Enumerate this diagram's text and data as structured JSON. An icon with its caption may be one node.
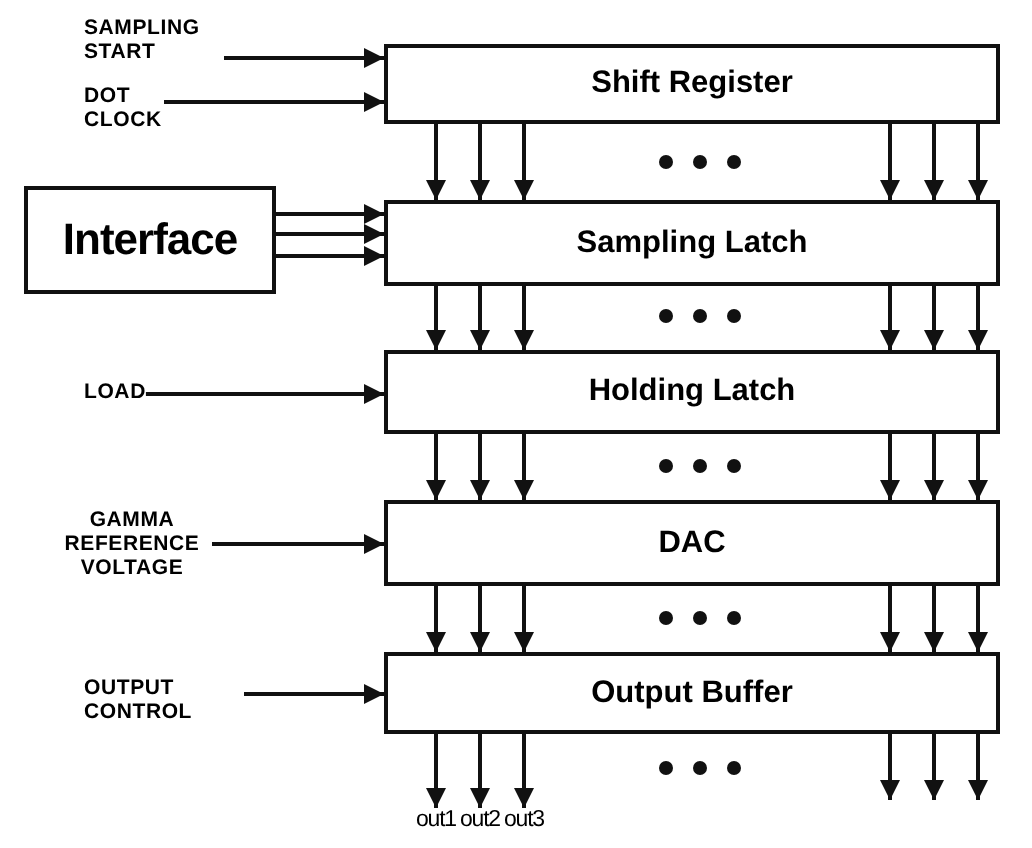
{
  "diagram": {
    "nodes": [
      {
        "text": [
          "SAMPLING START"
        ]
      },
      {
        "text": [
          "DOT CLOCK"
        ]
      },
      {
        "text": [
          "Shift Register"
        ]
      },
      {
        "text": [
          "Interface"
        ]
      },
      {
        "text": [
          "Sampling Latch"
        ]
      },
      {
        "text": [
          "LOAD"
        ]
      },
      {
        "text": [
          "Holding Latch"
        ]
      },
      {
        "text": [
          "GAMMA REFERENCE VOLTAGE"
        ]
      },
      {
        "text": [
          "DAC"
        ]
      },
      {
        "text": [
          "OUTPUT CONTROL"
        ]
      },
      {
        "text": [
          "Output Buffer"
        ]
      },
      {
        "text": [
          "out1"
        ]
      },
      {
        "text": [
          "out2"
        ]
      },
      {
        "text": [
          "out3"
        ]
      }
    ],
    "edges": [
      {
        "from": 0,
        "to": 2,
        "arrow": "to"
      },
      {
        "from": 1,
        "to": 2,
        "arrow": "to"
      },
      {
        "from": 3,
        "to": 4,
        "arrow": "to"
      },
      {
        "from": 3,
        "to": 4,
        "arrow": "to"
      },
      {
        "from": 3,
        "to": 4,
        "arrow": "to"
      },
      {
        "from": 2,
        "to": 4,
        "arrow": "to"
      },
      {
        "from": 2,
        "to": 4,
        "arrow": "to"
      },
      {
        "from": 2,
        "to": 4,
        "arrow": "to"
      },
      {
        "from": 2,
        "to": 4,
        "arrow": "to"
      },
      {
        "from": 2,
        "to": 4,
        "arrow": "to"
      },
      {
        "from": 2,
        "to": 4,
        "arrow": "to"
      },
      {
        "from": 5,
        "to": 6,
        "arrow": "to"
      },
      {
        "from": 4,
        "to": 6,
        "arrow": "to"
      },
      {
        "from": 4,
        "to": 6,
        "arrow": "to"
      },
      {
        "from": 4,
        "to": 6,
        "arrow": "to"
      },
      {
        "from": 4,
        "to": 6,
        "arrow": "to"
      },
      {
        "from": 4,
        "to": 6,
        "arrow": "to"
      },
      {
        "from": 4,
        "to": 6,
        "arrow": "to"
      },
      {
        "from": 7,
        "to": 8,
        "arrow": "to"
      },
      {
        "from": 6,
        "to": 8,
        "arrow": "to"
      },
      {
        "from": 6,
        "to": 8,
        "arrow": "to"
      },
      {
        "from": 6,
        "to": 8,
        "arrow": "to"
      },
      {
        "from": 6,
        "to": 8,
        "arrow": "to"
      },
      {
        "from": 6,
        "to": 8,
        "arrow": "to"
      },
      {
        "from": 6,
        "to": 8,
        "arrow": "to"
      },
      {
        "from": 9,
        "to": 10,
        "arrow": "to"
      },
      {
        "from": 8,
        "to": 10,
        "arrow": "to"
      },
      {
        "from": 8,
        "to": 10,
        "arrow": "to"
      },
      {
        "from": 8,
        "to": 10,
        "arrow": "to"
      },
      {
        "from": 8,
        "to": 10,
        "arrow": "to"
      },
      {
        "from": 8,
        "to": 10,
        "arrow": "to"
      },
      {
        "from": 8,
        "to": 10,
        "arrow": "to"
      },
      {
        "from": 10,
        "to": 11,
        "arrow": "to"
      },
      {
        "from": 10,
        "to": 12,
        "arrow": "to"
      },
      {
        "from": 10,
        "to": 13,
        "arrow": "to"
      },
      {
        "from": 10,
        "to": null,
        "arrow": "to"
      },
      {
        "from": 10,
        "to": null,
        "arrow": "to"
      },
      {
        "from": 10,
        "to": null,
        "arrow": "to"
      }
    ]
  }
}
